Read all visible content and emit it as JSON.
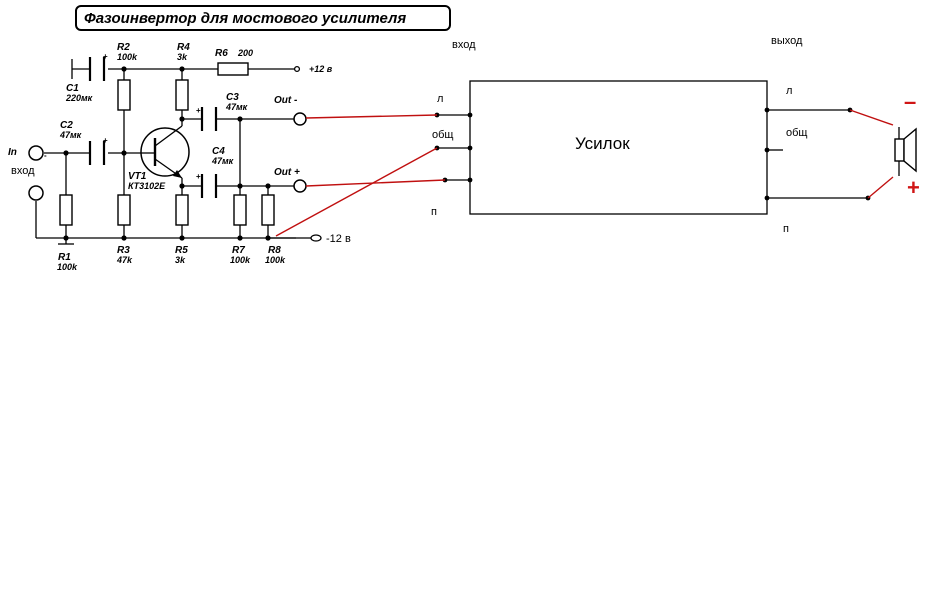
{
  "title": "Фазоинвертор для мостового усилителя",
  "components": {
    "c1": {
      "ref": "C1",
      "value": "220мк"
    },
    "c2": {
      "ref": "C2",
      "value": "47мк"
    },
    "c3": {
      "ref": "C3",
      "value": "47мк"
    },
    "c4": {
      "ref": "C4",
      "value": "47мк"
    },
    "r1": {
      "ref": "R1",
      "value": "100k"
    },
    "r2": {
      "ref": "R2",
      "value": "100k"
    },
    "r3": {
      "ref": "R3",
      "value": "47k"
    },
    "r4": {
      "ref": "R4",
      "value": "3k"
    },
    "r5": {
      "ref": "R5",
      "value": "3k"
    },
    "r6": {
      "ref": "R6",
      "value": "200"
    },
    "r7": {
      "ref": "R7",
      "value": "100k"
    },
    "r8": {
      "ref": "R8",
      "value": "100k"
    },
    "vt1": {
      "ref": "VT1",
      "value": "КТ3102Е"
    }
  },
  "supply": {
    "pos": "+12 в",
    "neg": "-12 в"
  },
  "ports": {
    "in_label": "In",
    "in_sub": "вход",
    "out_minus": "Out -",
    "out_plus": "Out +"
  },
  "amplifier": {
    "name": "Усилок",
    "input_header": "вход",
    "output_header": "выход",
    "in_left": "л",
    "in_common": "общ",
    "in_right": "п",
    "out_left": "л",
    "out_common": "общ",
    "out_right": "п"
  },
  "speaker": {
    "minus": "–",
    "plus": "+"
  },
  "polarity": {
    "plus_mark": "+",
    "minus_mark": "-"
  }
}
